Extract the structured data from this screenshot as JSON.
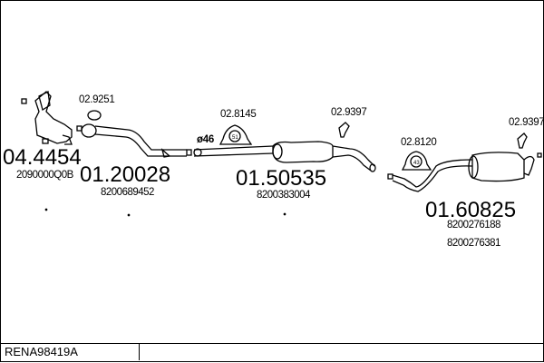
{
  "diagram_code": "RENA98419A",
  "parts": [
    {
      "number": "04.4454",
      "oem": [
        "2090000Q0B"
      ]
    },
    {
      "number": "01.20028",
      "oem": [
        "8200689452"
      ]
    },
    {
      "number": "01.50535",
      "oem": [
        "8200383004"
      ]
    },
    {
      "number": "01.60825",
      "oem": [
        "8200276188",
        "8200276381"
      ]
    }
  ],
  "accessories": [
    {
      "number": "02.9251"
    },
    {
      "number": "02.8145",
      "size": "51"
    },
    {
      "number": "02.9397"
    },
    {
      "number": "02.8120",
      "size": "43"
    },
    {
      "number": "02.9397"
    }
  ],
  "pipe_diameter": "ø46"
}
